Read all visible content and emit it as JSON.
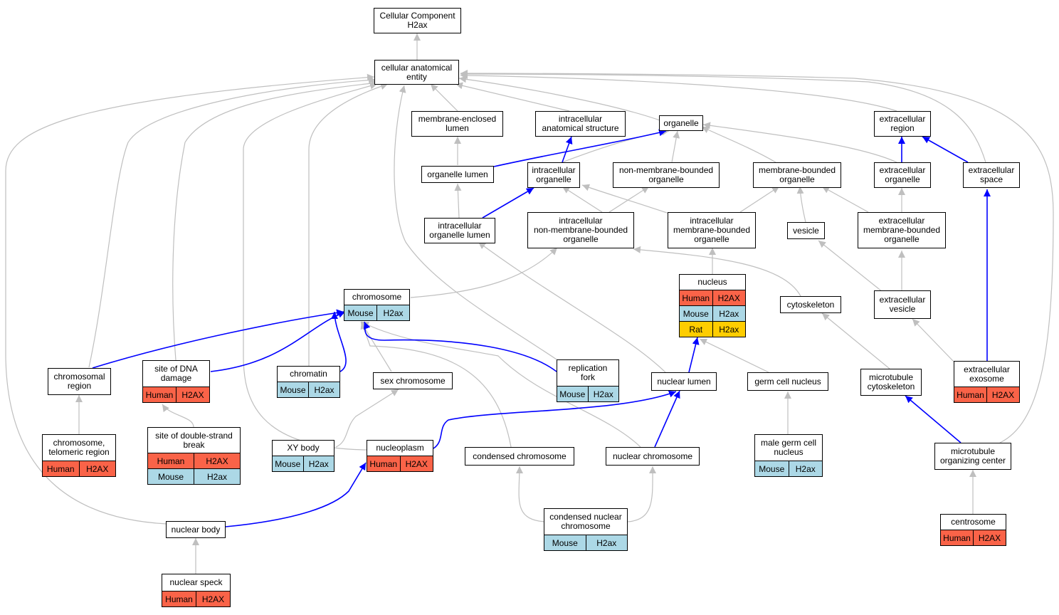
{
  "colors": {
    "human": "#fa6348",
    "mouse": "#acd8e6",
    "rat": "#fecd00",
    "edge_gray": "#bfbfbf",
    "edge_blue": "#0000ff"
  },
  "nodes": {
    "root": {
      "label": "Cellular Component\nH2ax"
    },
    "cae": {
      "label": "cellular anatomical\nentity"
    },
    "mel": {
      "label": "membrane-enclosed\nlumen"
    },
    "ias": {
      "label": "intracellular\nanatomical structure"
    },
    "organelle": {
      "label": "organelle"
    },
    "ecr": {
      "label": "extracellular\nregion"
    },
    "olumen": {
      "label": "organelle lumen"
    },
    "iorg": {
      "label": "intracellular\norganelle"
    },
    "nmbo": {
      "label": "non-membrane-bounded\norganelle"
    },
    "mbo": {
      "label": "membrane-bounded\norganelle"
    },
    "ecorg": {
      "label": "extracellular\norganelle"
    },
    "ecspace": {
      "label": "extracellular\nspace"
    },
    "iolumen": {
      "label": "intracellular\norganelle lumen"
    },
    "inmbo": {
      "label": "intracellular\nnon-membrane-bounded\norganelle"
    },
    "imbo": {
      "label": "intracellular\nmembrane-bounded\norganelle"
    },
    "vesicle": {
      "label": "vesicle"
    },
    "ecmbo": {
      "label": "extracellular\nmembrane-bounded\norganelle"
    },
    "nucleus": {
      "label": "nucleus",
      "rows": [
        [
          "Human",
          "H2AX"
        ],
        [
          "Mouse",
          "H2ax"
        ],
        [
          "Rat",
          "H2ax"
        ]
      ]
    },
    "chromosome": {
      "label": "chromosome",
      "rows": [
        [
          "Mouse",
          "H2ax"
        ]
      ]
    },
    "cytoskeleton": {
      "label": "cytoskeleton"
    },
    "ecvesicle": {
      "label": "extracellular\nvesicle"
    },
    "chromreg": {
      "label": "chromosomal\nregion"
    },
    "sdd": {
      "label": "site of DNA\ndamage",
      "rows": [
        [
          "Human",
          "H2AX"
        ]
      ]
    },
    "chromatin": {
      "label": "chromatin",
      "rows": [
        [
          "Mouse",
          "H2ax"
        ]
      ]
    },
    "sexchrom": {
      "label": "sex chromosome"
    },
    "repfork": {
      "label": "replication\nfork",
      "rows": [
        [
          "Mouse",
          "H2ax"
        ]
      ]
    },
    "nuclumen": {
      "label": "nuclear lumen"
    },
    "gcn": {
      "label": "germ cell nucleus"
    },
    "mtcyto": {
      "label": "microtubule\ncytoskeleton"
    },
    "ecexo": {
      "label": "extracellular\nexosome",
      "rows": [
        [
          "Human",
          "H2AX"
        ]
      ]
    },
    "telreg": {
      "label": "chromosome,\ntelomeric region",
      "rows": [
        [
          "Human",
          "H2AX"
        ]
      ]
    },
    "sdsb": {
      "label": "site of double-strand\nbreak",
      "rows": [
        [
          "Human",
          "H2AX"
        ],
        [
          "Mouse",
          "H2ax"
        ]
      ]
    },
    "xybody": {
      "label": "XY body",
      "rows": [
        [
          "Mouse",
          "H2ax"
        ]
      ]
    },
    "nucleoplasm": {
      "label": "nucleoplasm",
      "rows": [
        [
          "Human",
          "H2AX"
        ]
      ]
    },
    "condchrom": {
      "label": "condensed chromosome"
    },
    "nucchrom": {
      "label": "nuclear chromosome"
    },
    "mgcn": {
      "label": "male germ cell\nnucleus",
      "rows": [
        [
          "Mouse",
          "H2ax"
        ]
      ]
    },
    "mtoc": {
      "label": "microtubule\norganizing center"
    },
    "nucbody": {
      "label": "nuclear body"
    },
    "cnc": {
      "label": "condensed nuclear\nchromosome",
      "rows": [
        [
          "Mouse",
          "H2ax"
        ]
      ]
    },
    "centrosome": {
      "label": "centrosome",
      "rows": [
        [
          "Human",
          "H2AX"
        ]
      ]
    },
    "speck": {
      "label": "nuclear speck",
      "rows": [
        [
          "Human",
          "H2AX"
        ]
      ]
    }
  }
}
